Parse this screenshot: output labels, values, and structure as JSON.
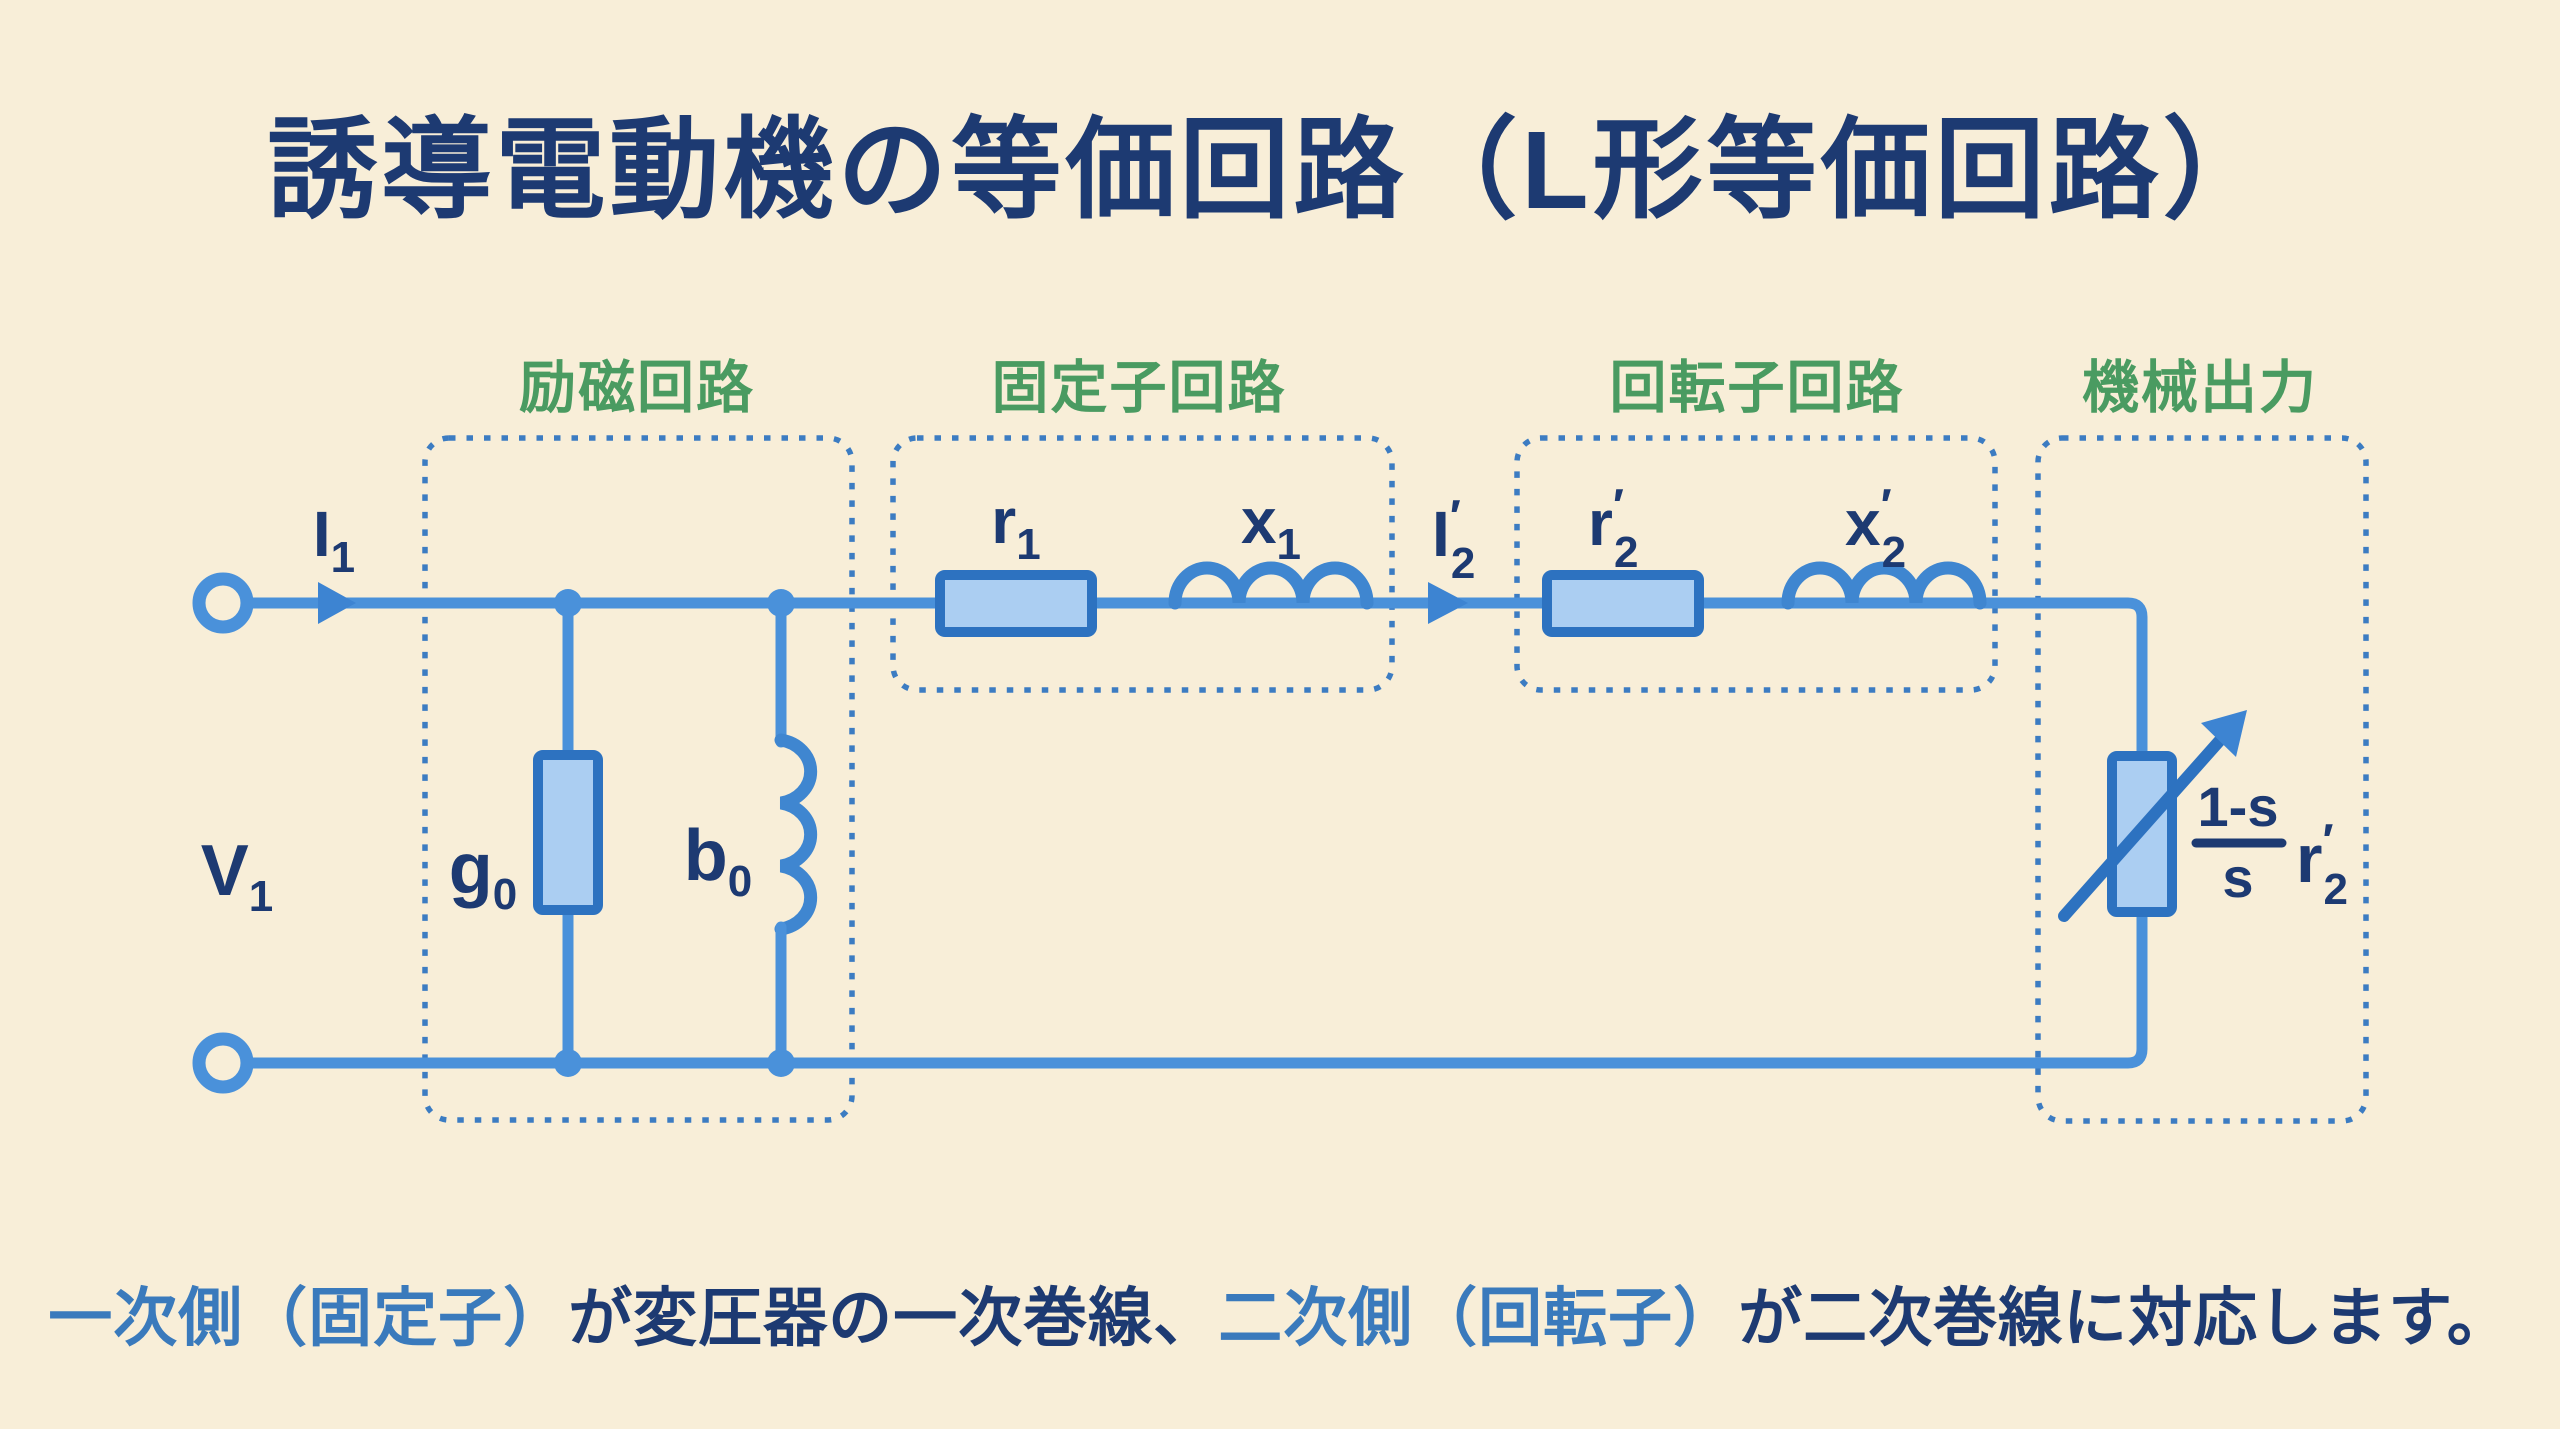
{
  "title": "誘導電動機の等価回路（L形等価回路）",
  "section_labels": [
    {
      "label": "励磁回路"
    },
    {
      "label": "固定子回路"
    },
    {
      "label": "回転子回路"
    },
    {
      "label": "機械出力"
    }
  ],
  "labels": {
    "i1": {
      "main": "I",
      "sub": "1"
    },
    "v1": {
      "main": "V",
      "sub": "1"
    },
    "g0": {
      "main": "g",
      "sub": "0"
    },
    "b0": {
      "main": "b",
      "sub": "0"
    },
    "r1": {
      "main": "r",
      "sub": "1"
    },
    "x1": {
      "main": "x",
      "sub": "1"
    },
    "i2": {
      "main": "I",
      "prime": "′",
      "sub": "2"
    },
    "r2": {
      "main": "r",
      "prime": "′",
      "sub": "2"
    },
    "x2": {
      "main": "x",
      "prime": "′",
      "sub": "2"
    },
    "load": {
      "numerator": "1-s",
      "denominator": "s",
      "main": "r",
      "prime": "′",
      "sub": "2"
    }
  },
  "caption": {
    "part1": "一次側（固定子）",
    "part2": "が変圧器の一次巻線、",
    "part3": "二次側（回転子）",
    "part4": "が二次巻線に対応します。"
  },
  "colors": {
    "background": "#f8eed8",
    "wire_blue": "#4a91da",
    "component_stroke": "#2d72c0",
    "component_fill": "#abcef2",
    "dashed_box": "#3c7cc2",
    "navy_text": "#1d3a72",
    "green_label": "#4a9b61",
    "caption_blue": "#3a7abc"
  }
}
